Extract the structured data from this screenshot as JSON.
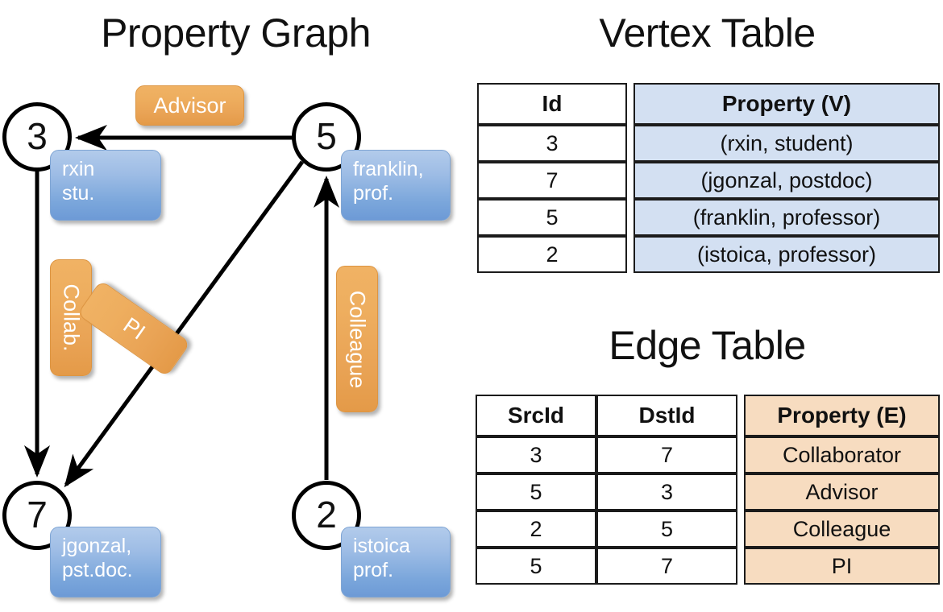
{
  "titles": {
    "property_graph": "Property Graph",
    "vertex_table": "Vertex Table",
    "edge_table": "Edge Table"
  },
  "graph": {
    "nodes": [
      {
        "id": "3",
        "property": "rxin\nstu."
      },
      {
        "id": "5",
        "property": "franklin,\nprof."
      },
      {
        "id": "7",
        "property": "jgonzal,\npst.doc."
      },
      {
        "id": "2",
        "property": "istoica\nprof."
      }
    ],
    "node_labels": {
      "n3": "3",
      "n5": "5",
      "n7": "7",
      "n2": "2"
    },
    "vertex_props": {
      "n3_line1": "rxin",
      "n3_line2": "stu.",
      "n5_line1": "franklin,",
      "n5_line2": "prof.",
      "n7_line1": "jgonzal,",
      "n7_line2": "pst.doc.",
      "n2_line1": "istoica",
      "n2_line2": "prof."
    },
    "edge_labels": {
      "advisor": "Advisor",
      "collab": "Collab.",
      "pi": "PI",
      "colleague": "Colleague"
    },
    "edges": [
      {
        "src": "5",
        "dst": "3",
        "label": "Advisor"
      },
      {
        "src": "3",
        "dst": "7",
        "label": "Collab."
      },
      {
        "src": "5",
        "dst": "7",
        "label": "PI"
      },
      {
        "src": "2",
        "dst": "5",
        "label": "Colleague"
      }
    ]
  },
  "vertex_table": {
    "headers": [
      "Id",
      "Property (V)"
    ],
    "rows": [
      {
        "id": "3",
        "property": "(rxin, student)"
      },
      {
        "id": "7",
        "property": "(jgonzal, postdoc)"
      },
      {
        "id": "5",
        "property": "(franklin, professor)"
      },
      {
        "id": "2",
        "property": "(istoica, professor)"
      }
    ]
  },
  "edge_table": {
    "headers": [
      "SrcId",
      "DstId",
      "Property (E)"
    ],
    "rows": [
      {
        "src": "3",
        "dst": "7",
        "property": "Collaborator"
      },
      {
        "src": "5",
        "dst": "3",
        "property": "Advisor"
      },
      {
        "src": "2",
        "dst": "5",
        "property": "Colleague"
      },
      {
        "src": "5",
        "dst": "7",
        "property": "PI"
      }
    ]
  },
  "colors": {
    "vertex_fill": "#d3e0f2",
    "edge_fill": "#f7dcc0",
    "vertex_box": "#7aa6db",
    "edge_box": "#e9a355",
    "line": "#000000",
    "background": "#ffffff"
  }
}
